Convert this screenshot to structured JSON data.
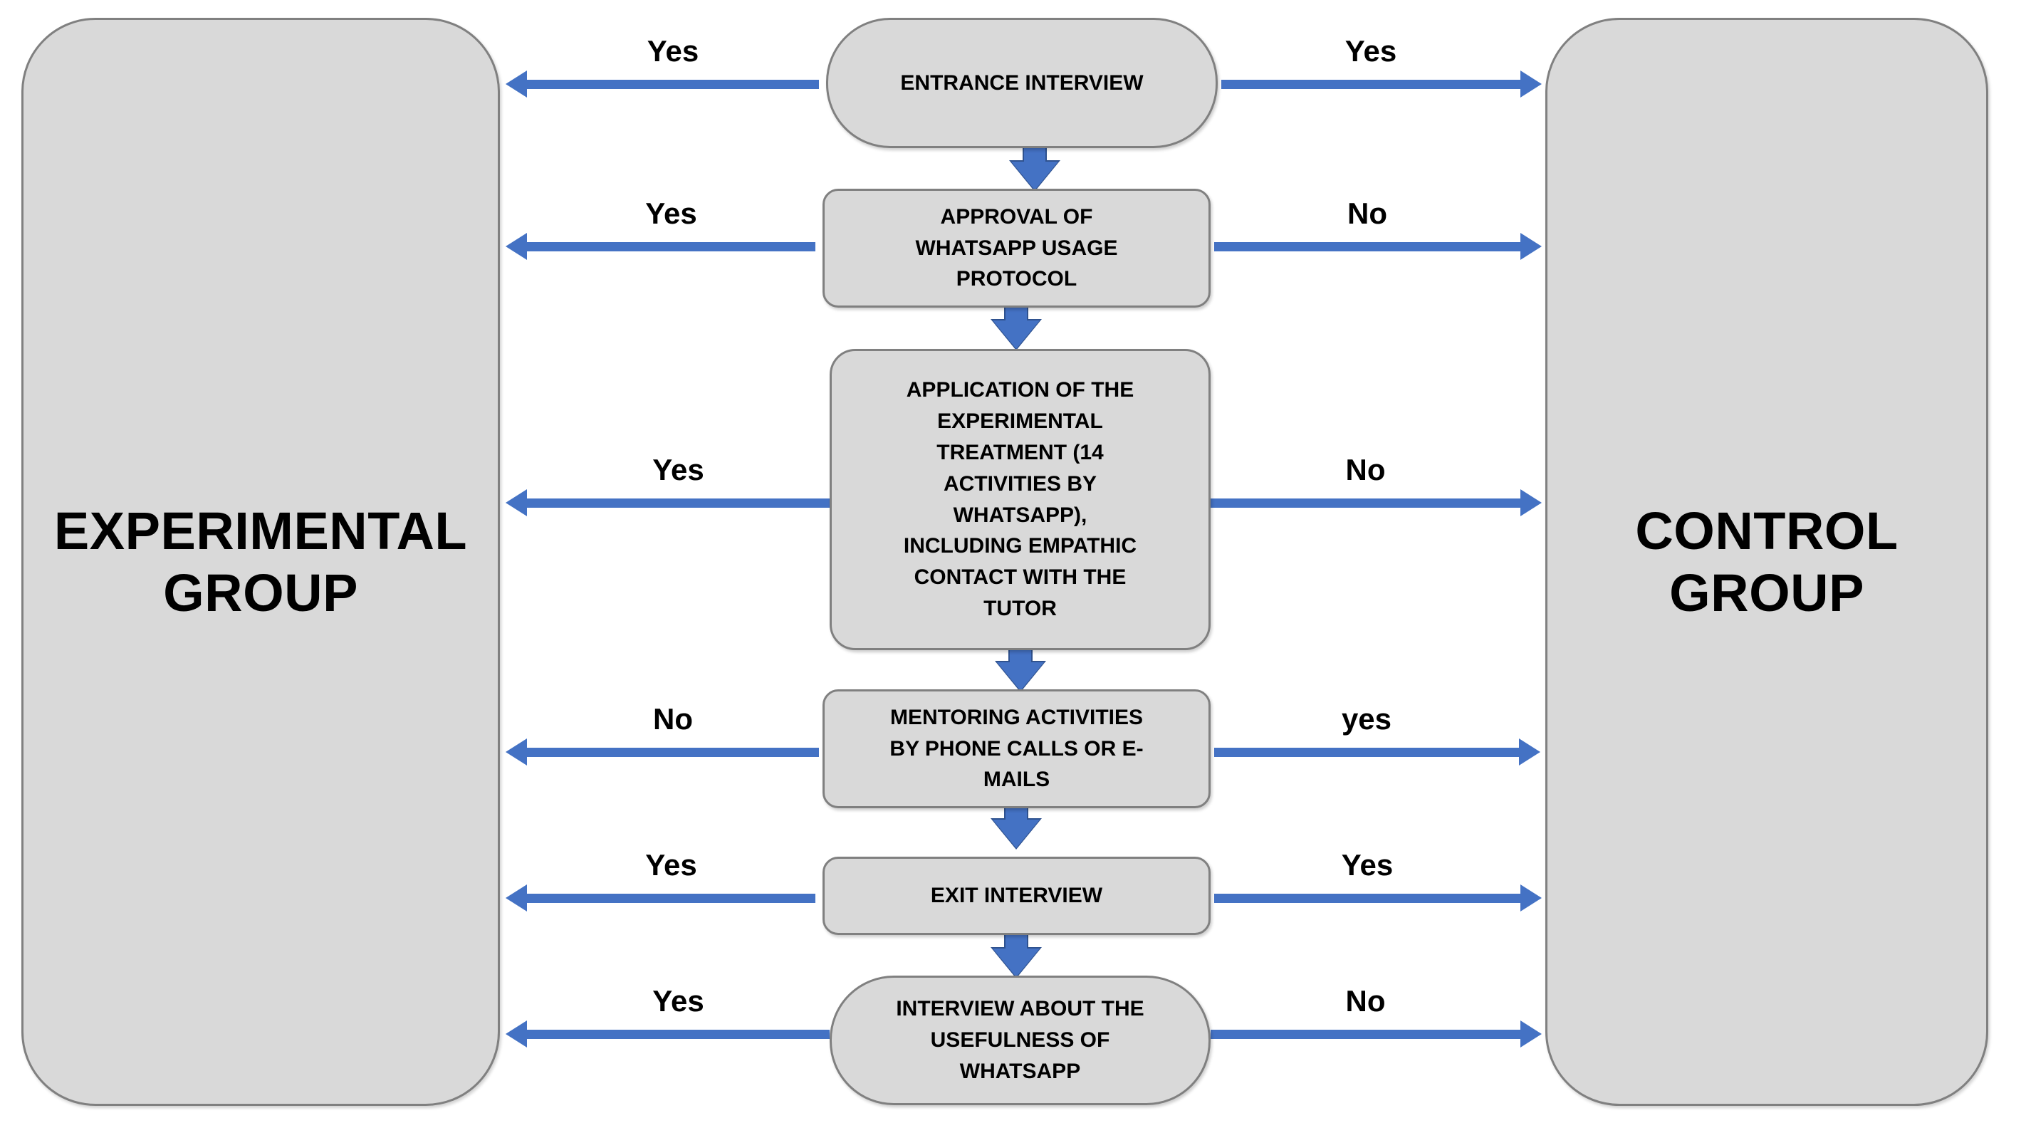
{
  "diagram": {
    "title": "Experimental and Control Group Research Protocol Flow",
    "colors": {
      "arrow_blue": "#4472C4",
      "arrow_blue_outline": "#2F528F",
      "shape_fill": "#D9D9D9",
      "shape_border": "#808080",
      "text": "#000000",
      "background": "#FFFFFF"
    }
  },
  "left_panel": {
    "label": "EXPERIMENTAL\nGROUP"
  },
  "right_panel": {
    "label": "CONTROL\nGROUP"
  },
  "steps": [
    {
      "id": "entrance-interview",
      "label": "ENTRANCE INTERVIEW",
      "left_arrow_label": "Yes",
      "right_arrow_label": "Yes"
    },
    {
      "id": "approval-whatsapp-protocol",
      "label": "APPROVAL OF\nWHATSAPP USAGE\nPROTOCOL",
      "left_arrow_label": "Yes",
      "right_arrow_label": "No"
    },
    {
      "id": "application-experimental-treatment",
      "label": "APPLICATION OF THE\nEXPERIMENTAL\nTREATMENT (14\nACTIVITIES BY\nWHATSAPP),\nINCLUDING EMPATHIC\nCONTACT WITH THE\nTUTOR",
      "left_arrow_label": "Yes",
      "right_arrow_label": "No"
    },
    {
      "id": "mentoring-activities",
      "label": "MENTORING ACTIVITIES\nBY PHONE CALLS OR E-\nMAILS",
      "left_arrow_label": "No",
      "right_arrow_label": "yes"
    },
    {
      "id": "exit-interview",
      "label": "EXIT INTERVIEW",
      "left_arrow_label": "Yes",
      "right_arrow_label": "Yes"
    },
    {
      "id": "interview-usefulness-whatsapp",
      "label": "INTERVIEW ABOUT THE\nUSEFULNESS OF\nWHATSAPP",
      "left_arrow_label": "Yes",
      "right_arrow_label": "No"
    }
  ]
}
